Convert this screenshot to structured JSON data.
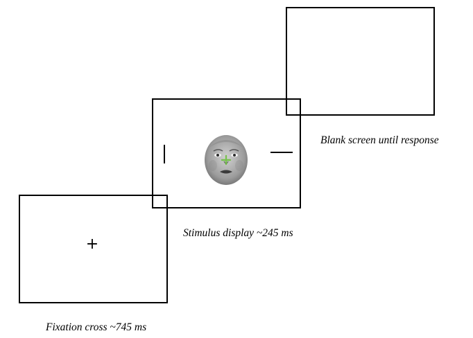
{
  "screens": {
    "blank": {
      "caption": "Blank screen until response"
    },
    "stimulus": {
      "caption": "Stimulus display ~245 ms",
      "face": "infant-face",
      "target_colors": {
        "face_marker": "#6abf3b"
      }
    },
    "fixation": {
      "caption": "Fixation cross ~745 ms",
      "symbol": "+"
    }
  },
  "colors": {
    "frame": "#000000",
    "background": "#ffffff"
  }
}
